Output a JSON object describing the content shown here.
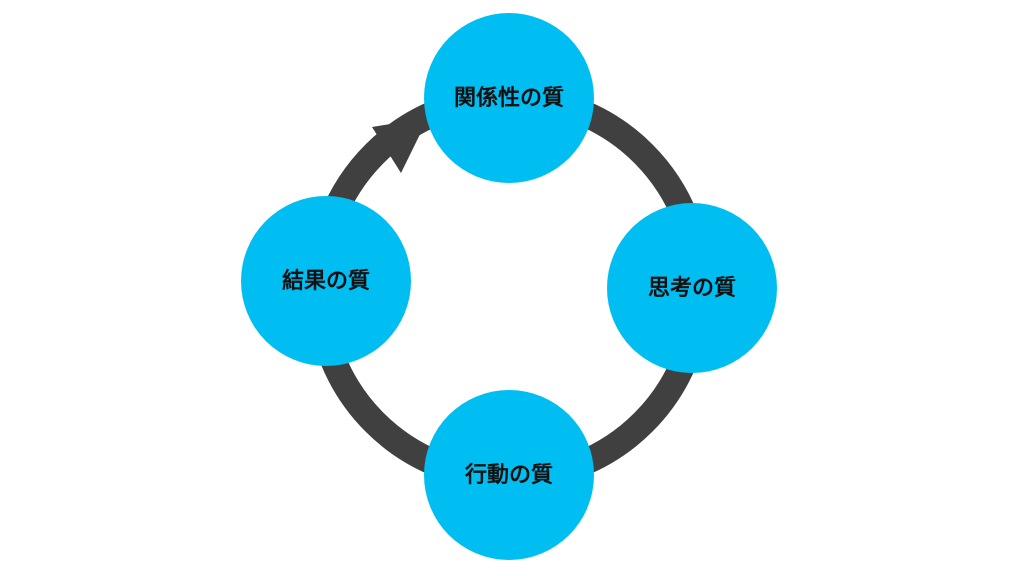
{
  "diagram": {
    "type": "cycle",
    "direction": "clockwise",
    "colors": {
      "node_fill": "#00BEF2",
      "ring": "#404040",
      "label_text": "#111111",
      "background": "#FFFFFF"
    },
    "nodes": [
      {
        "id": "relationship",
        "label": "関係性の質"
      },
      {
        "id": "thinking",
        "label": "思考の質"
      },
      {
        "id": "action",
        "label": "行動の質"
      },
      {
        "id": "result",
        "label": "結果の質"
      }
    ]
  }
}
